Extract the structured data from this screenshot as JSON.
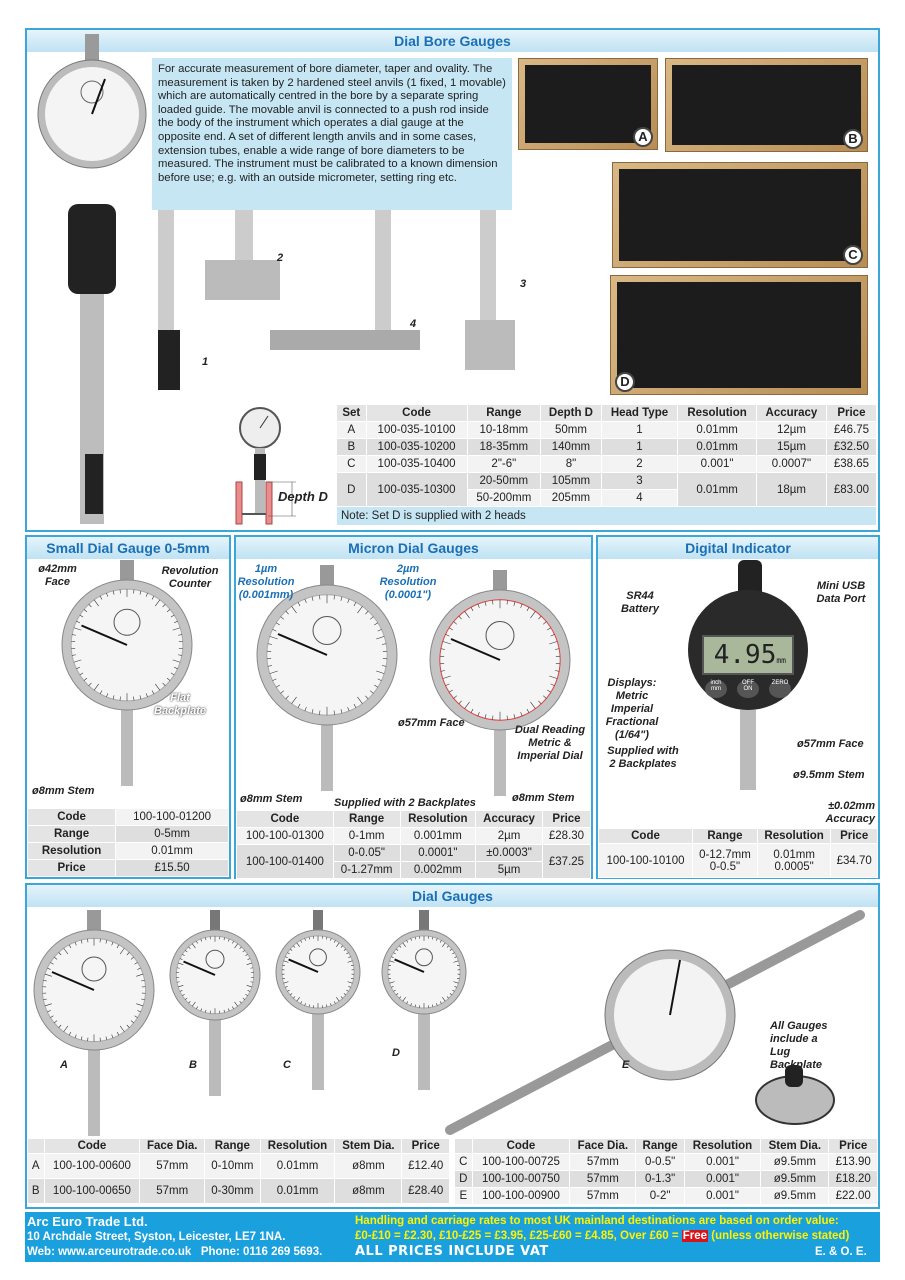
{
  "bore": {
    "title": "Dial Bore Gauges",
    "description": "For accurate measurement of bore diameter, taper and ovality. The measurement is taken by 2 hardened steel anvils (1 fixed, 1 movable) which are automatically centred in the bore by a separate spring loaded guide. The movable anvil is connected to a push rod inside the body of the instrument which operates a dial gauge at the opposite end. A set of different length anvils and in some cases, extension tubes, enable a wide range of bore diameters to be measured. The instrument must be calibrated to a known dimension before use; e.g. with an outside micrometer, setting ring etc.",
    "head_labels": [
      "1",
      "2",
      "3",
      "4"
    ],
    "set_labels": [
      "A",
      "B",
      "C",
      "D"
    ],
    "depth_label": "Depth D",
    "headers": [
      "Set",
      "Code",
      "Range",
      "Depth D",
      "Head Type",
      "Resolution",
      "Accuracy",
      "Price"
    ],
    "rows": [
      [
        "A",
        "100-035-10100",
        "10-18mm",
        "50mm",
        "1",
        "0.01mm",
        "12µm",
        "£46.75"
      ],
      [
        "B",
        "100-035-10200",
        "18-35mm",
        "140mm",
        "1",
        "0.01mm",
        "15µm",
        "£32.50"
      ],
      [
        "C",
        "100-035-10400",
        "2\"-6\"",
        "8\"",
        "2",
        "0.001\"",
        "0.0007\"",
        "£38.65"
      ]
    ],
    "row_d": {
      "set": "D",
      "code": "100-035-10300",
      "range1": "20-50mm",
      "depth1": "105mm",
      "head1": "3",
      "range2": "50-200mm",
      "depth2": "205mm",
      "head2": "4",
      "resolution": "0.01mm",
      "accuracy": "18µm",
      "price": "£83.00"
    },
    "note": "Note: Set D is supplied with 2 heads"
  },
  "small": {
    "title": "Small Dial Gauge 0-5mm",
    "labels": {
      "face": "ø42mm Face",
      "counter": "Revolution Counter",
      "backplate": "Flat Backplate",
      "stem": "ø8mm Stem"
    },
    "rows": [
      [
        "Code",
        "100-100-01200"
      ],
      [
        "Range",
        "0-5mm"
      ],
      [
        "Resolution",
        "0.01mm"
      ],
      [
        "Price",
        "£15.50"
      ]
    ]
  },
  "micron": {
    "title": "Micron Dial Gauges",
    "labels": {
      "res1": "1µm Resolution (0.001mm)",
      "res2": "2µm Resolution (0.0001\")",
      "face": "ø57mm Face",
      "dual": "Dual Reading Metric & Imperial Dial",
      "stem1": "ø8mm Stem",
      "stem2": "ø8mm Stem",
      "backplates": "Supplied with 2 Backplates"
    },
    "headers": [
      "Code",
      "Range",
      "Resolution",
      "Accuracy",
      "Price"
    ],
    "row1": [
      "100-100-01300",
      "0-1mm",
      "0.001mm",
      "2µm",
      "£28.30"
    ],
    "row2": {
      "code": "100-100-01400",
      "range1": "0-0.05\"",
      "res1": "0.0001\"",
      "acc1": "±0.0003\"",
      "range2": "0-1.27mm",
      "res2": "0.002mm",
      "acc2": "5µm",
      "price": "£37.25"
    }
  },
  "digital": {
    "title": "Digital Indicator",
    "labels": {
      "battery": "SR44 Battery",
      "usb": "Mini USB Data Port",
      "displays": "Displays: Metric Imperial Fractional (1/64\")",
      "face": "ø57mm Face",
      "backplates": "Supplied with 2 Backplates",
      "stem": "ø9.5mm Stem",
      "accuracy": "±0.02mm Accuracy"
    },
    "display_value": "4.95",
    "display_unit": "mm",
    "buttons": [
      "inch mm",
      "OFF ON",
      "ZERO"
    ],
    "headers": [
      "Code",
      "Range",
      "Resolution",
      "Price"
    ],
    "row": {
      "code": "100-100-10100",
      "range": "0-12.7mm 0-0.5\"",
      "resolution": "0.01mm 0.0005\"",
      "price": "£34.70"
    }
  },
  "dial": {
    "title": "Dial Gauges",
    "gauge_labels": [
      "A",
      "B",
      "C",
      "D",
      "E"
    ],
    "lug_note": "All Gauges include a Lug Backplate",
    "headers": [
      "",
      "Code",
      "Face Dia.",
      "Range",
      "Resolution",
      "Stem Dia.",
      "Price"
    ],
    "left_rows": [
      [
        "A",
        "100-100-00600",
        "57mm",
        "0-10mm",
        "0.01mm",
        "ø8mm",
        "£12.40"
      ],
      [
        "B",
        "100-100-00650",
        "57mm",
        "0-30mm",
        "0.01mm",
        "ø8mm",
        "£28.40"
      ]
    ],
    "right_rows": [
      [
        "C",
        "100-100-00725",
        "57mm",
        "0-0.5\"",
        "0.001\"",
        "ø9.5mm",
        "£13.90"
      ],
      [
        "D",
        "100-100-00750",
        "57mm",
        "0-1.3\"",
        "0.001\"",
        "ø9.5mm",
        "£18.20"
      ],
      [
        "E",
        "100-100-00900",
        "57mm",
        "0-2\"",
        "0.001\"",
        "ø9.5mm",
        "£22.00"
      ]
    ]
  },
  "footer": {
    "company": "Arc Euro Trade Ltd.",
    "address": "10 Archdale Street, Syston, Leicester, LE7 1NA.",
    "web": "Web: www.arceurotrade.co.uk   Phone: 0116 269 5693.",
    "handling": "Handling and carriage rates to most UK mainland destinations are based on order value:",
    "rates": "£0-£10 = £2.30, £10-£25 = £3.95, £25-£60 = £4.85, Over £60 = ",
    "free": "Free",
    "unless": " (unless otherwise stated)",
    "vat": "ALL PRICES INCLUDE VAT",
    "eoe": "E. & O. E."
  },
  "colors": {
    "accent": "#1a6fb5",
    "frame": "#3aa7d8",
    "footer": "#1aa0dc",
    "highlight": "#fff200"
  }
}
